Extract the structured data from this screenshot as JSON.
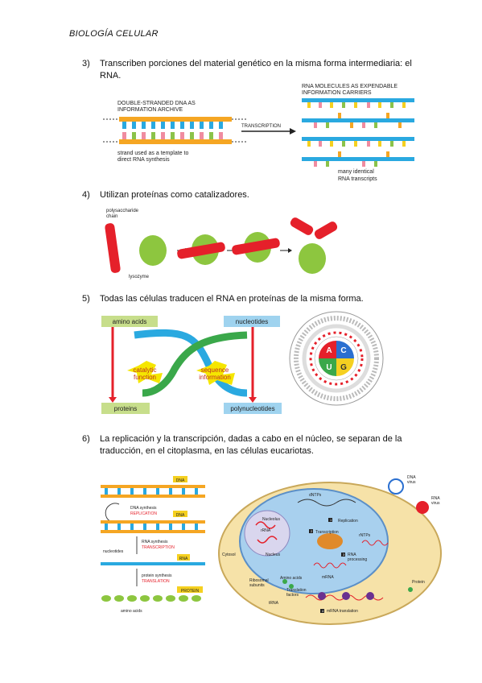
{
  "header": "BIOLOGÍA CELULAR",
  "items": [
    {
      "num": "3)",
      "text1": "Transcriben porciones del material genético en la misma forma intermediaria: el",
      "text2": "RNA."
    },
    {
      "num": "4)",
      "text1": "Utilizan proteínas como catalizadores."
    },
    {
      "num": "5)",
      "text1": "Todas las células traducen el RNA en proteínas de la misma forma."
    },
    {
      "num": "6)",
      "text1": "La replicación y la transcripción, dadas a cabo en el núcleo, se separan de la",
      "text2": "traducción, en el citoplasma, en las células eucariotas."
    }
  ],
  "fig1": {
    "left_title1": "DOUBLE-STRANDED DNA AS",
    "left_title2": "INFORMATION ARCHIVE",
    "arrow": "TRANSCRIPTION",
    "left_caption1": "strand used as a template to",
    "left_caption2": "direct RNA synthesis",
    "right_title1": "RNA MOLECULES AS EXPENDABLE",
    "right_title2": "INFORMATION CARRIERS",
    "right_caption1": "many identical",
    "right_caption2": "RNA transcripts"
  },
  "fig2": {
    "chain1": "polysaccharide",
    "chain2": "chain",
    "enzyme": "lysozyme"
  },
  "fig3": {
    "amino": "amino acids",
    "nucleotides": "nucleotides",
    "catalytic1": "catalytic",
    "catalytic2": "function",
    "sequence1": "sequence",
    "sequence2": "information",
    "proteins": "proteins",
    "polynucleotides": "polynucleotides",
    "wheel_center": [
      "A",
      "C",
      "U",
      "G"
    ]
  },
  "fig4": {
    "dna": "DNA",
    "dna_synthesis": "DNA synthesis",
    "replication": "REPLICATION",
    "nucleotides": "nucleotides",
    "rna_synthesis": "RNA synthesis",
    "transcription_caps": "TRANSCRIPTION",
    "rna": "RNA",
    "protein_synthesis": "protein synthesis",
    "translation_caps": "TRANSLATION",
    "protein": "PROTEIN",
    "amino_acids": "amino acids"
  },
  "fig5": {
    "dna_virus1": "DNA",
    "dna_virus2": "virus",
    "rna_virus1": "RNA",
    "rna_virus2": "virus",
    "dntps": "dNTPs",
    "replication": "Replication",
    "transcription": "Transcription",
    "rntps": "rNTPs",
    "nucleolus": "Nucleolus",
    "rrna": "rRNA",
    "nucleus": "Nucleus",
    "cytosol": "Cytosol",
    "rna_processing1": "RNA",
    "rna_processing2": "processing",
    "mrna": "mRNA",
    "ribosomal1": "Ribosomal",
    "ribosomal2": "subunits",
    "amino_acids": "Amino acids",
    "translation_factors1": "Translation",
    "translation_factors2": "factors",
    "trna": "tRNA",
    "protein": "Protein",
    "mrna_translation": "mRNA translation",
    "step1": "1",
    "step2": "2",
    "step3": "3",
    "step4": "4"
  }
}
